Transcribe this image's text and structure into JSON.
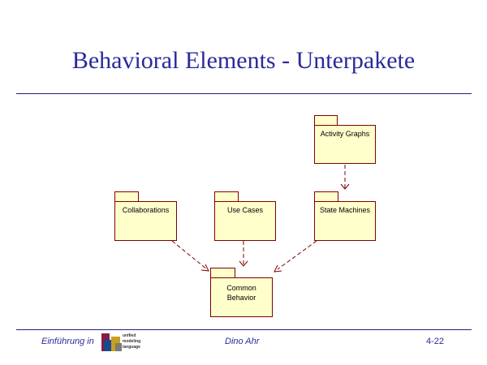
{
  "slide": {
    "title": "Behavioral Elements - Unterpakete"
  },
  "packages": {
    "activity_graphs": "Activity Graphs",
    "collaborations": "Collaborations",
    "use_cases": "Use Cases",
    "state_machines": "State Machines",
    "common_behavior_line1": "Common",
    "common_behavior_line2": "Behavior"
  },
  "footer": {
    "left": "Einführung in",
    "logo_text": [
      "unified",
      "modeling",
      "language"
    ],
    "middle": "Dino Ahr",
    "right": "4-22"
  },
  "colors": {
    "title": "#2a2a9a",
    "rule": "#1f1f7f",
    "package_fill": "#ffffcc",
    "package_border": "#800000",
    "arrow": "#800000"
  }
}
